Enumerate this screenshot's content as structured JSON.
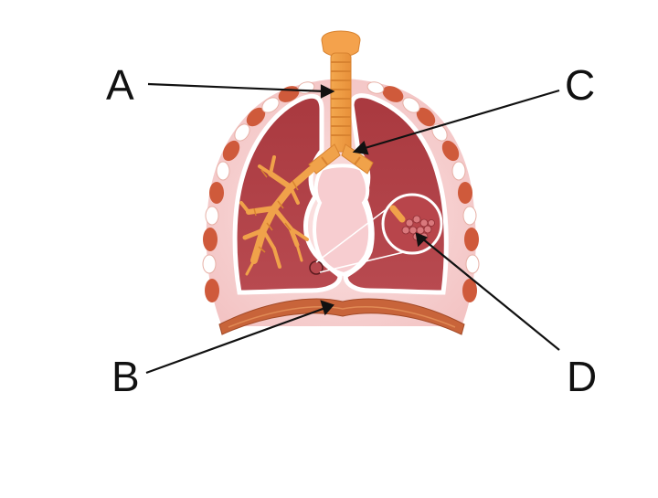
{
  "labels": {
    "a": "A",
    "b": "B",
    "c": "C",
    "d": "D"
  },
  "colors": {
    "lung_tissue": "#b5444b",
    "lung_outline": "#7a2a2e",
    "pleura": "#f6cfcf",
    "airway": "#f0a24a",
    "airway_dark": "#d07a25",
    "rib": "#d05a3a",
    "rib_white": "#ffffff",
    "mediastinum": "#f7cdd0",
    "diaphragm": "#c8643a",
    "pointer": "#111111"
  }
}
